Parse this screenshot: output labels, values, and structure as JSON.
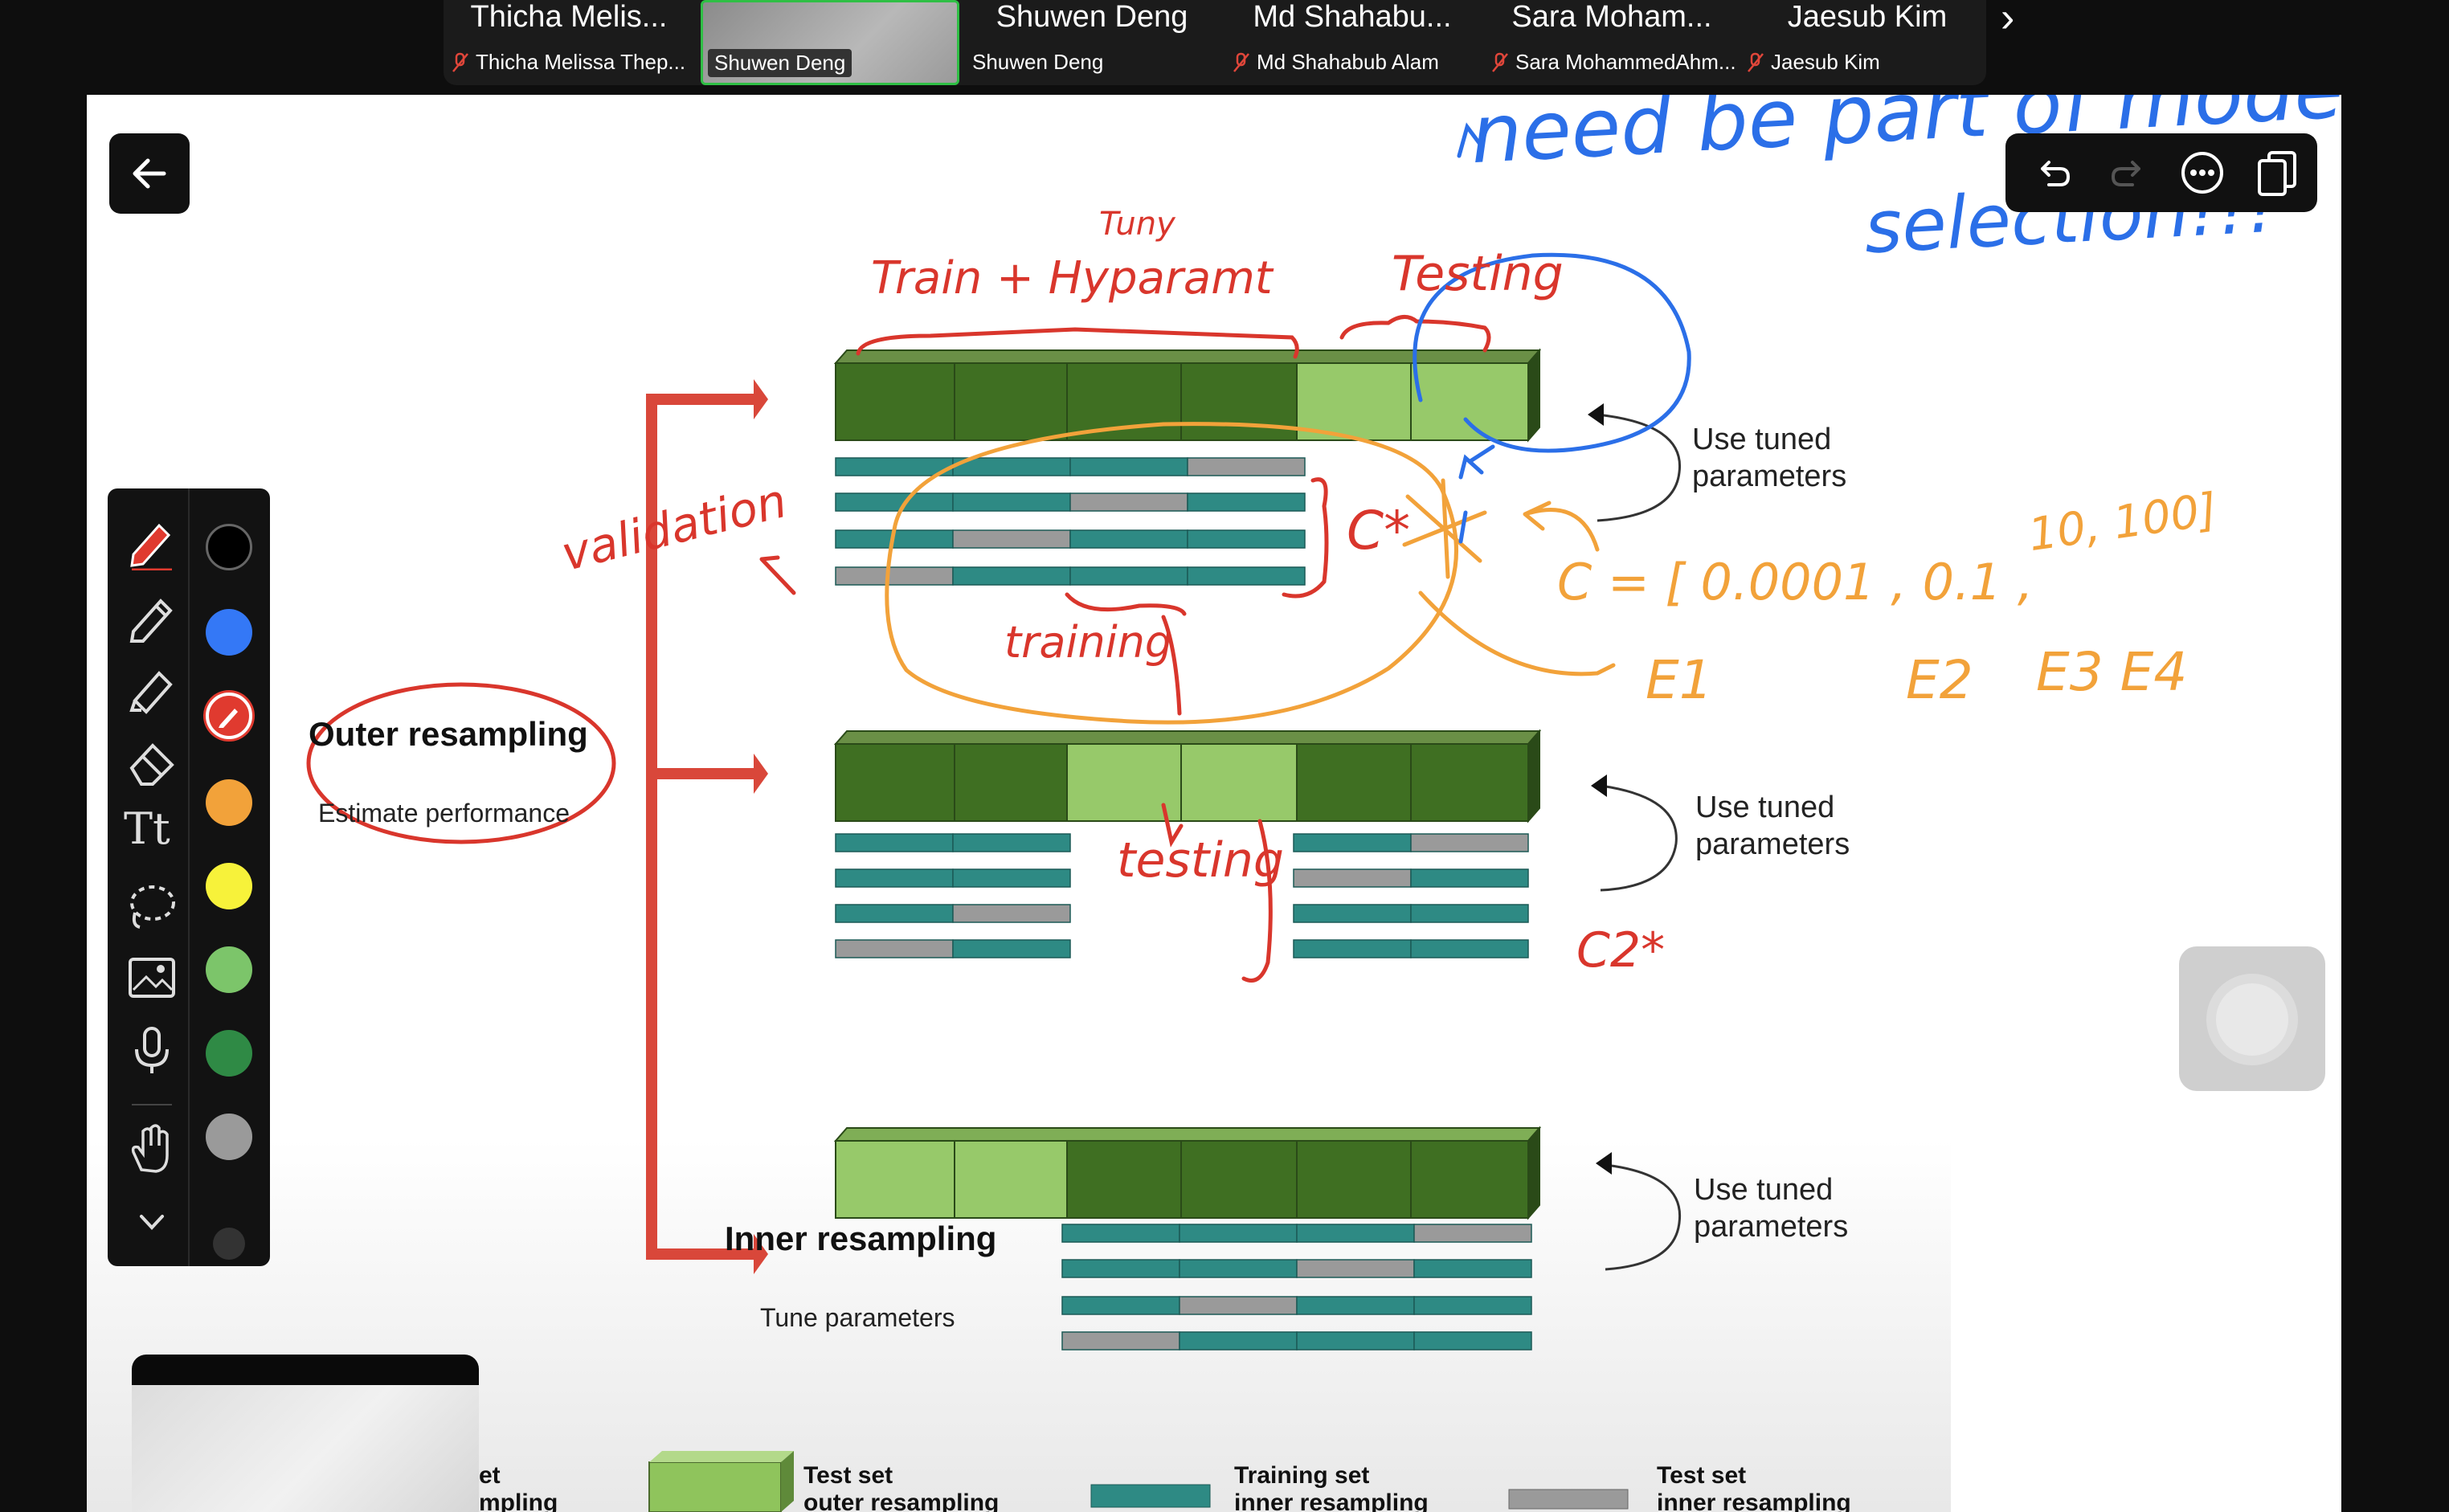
{
  "participants": [
    {
      "name": "Thicha Melis...",
      "full_name": "Thicha Melissa Thep...",
      "muted": true
    },
    {
      "name": "",
      "full_name": "Shuwen Deng",
      "muted": false,
      "video": true
    },
    {
      "name": "Shuwen Deng",
      "full_name": "Shuwen Deng",
      "muted": false
    },
    {
      "name": "Md Shahabu...",
      "full_name": "Md Shahabub Alam",
      "muted": true
    },
    {
      "name": "Sara Moham...",
      "full_name": "Sara MohammedAhm...",
      "muted": true
    },
    {
      "name": "Jaesub Kim",
      "full_name": "Jaesub Kim",
      "muted": true
    }
  ],
  "strip_next_glyph": "›",
  "toolbar": {
    "tools": [
      "pen-tool",
      "pencil-tool",
      "highlighter-tool",
      "eraser-tool",
      "text-tool",
      "lasso-tool",
      "image-tool",
      "mic-tool",
      "hand-tool",
      "collapse-tool"
    ],
    "text_tool_label": "Tt",
    "colors": [
      "#000000",
      "#3478f6",
      "#e03a2f",
      "#f2a23a",
      "#f7f23a",
      "#7cc56a",
      "#2f8a45",
      "#9a9a9a"
    ],
    "selected_color": "#e03a2f"
  },
  "topbar": {
    "icons": [
      "undo-icon",
      "redo-icon",
      "more-icon",
      "pages-icon"
    ]
  },
  "diagram": {
    "outer_title": "Outer resampling",
    "outer_subtitle": "Estimate performance",
    "inner_title": "Inner resampling",
    "inner_subtitle": "Tune parameters",
    "use_tuned": [
      "Use tuned\nparameters",
      "Use tuned\nparameters",
      "Use tuned\nparameters"
    ],
    "use_tuned_l1": "Use tuned",
    "use_tuned_l2": "parameters",
    "legend": [
      {
        "label_l1": "Test set",
        "label_l2": "outer resampling",
        "color": "#8fc45c"
      },
      {
        "label_l1": "Training set",
        "label_l2": "inner resampling",
        "color": "#2e8a84"
      },
      {
        "label_l1": "Test set",
        "label_l2": "inner resampling",
        "color": "#9a9a9a"
      }
    ],
    "legend_partial_l1": "et",
    "legend_partial_l2": "mpling",
    "colors": {
      "outer_train": "#3f6f22",
      "outer_test": "#97c96a",
      "inner_train": "#2e8a84",
      "inner_test": "#9a9a9a",
      "arrow": "#d9473a"
    }
  },
  "annotations": {
    "red": {
      "tuning": "Tuny",
      "train_hyper": "Train + Hyparamt",
      "testing": "Testing",
      "validation": "validation",
      "training": "training",
      "testing2": "testing",
      "c_star": "C*"
    },
    "orange": {
      "c_list": "C = [ 0.0001 , 0.1 ,",
      "c_list2": "10, 100]",
      "e1": "E1",
      "e2": "E2",
      "e3e4": "E3 E4"
    },
    "blue": {
      "line1": "need be part of model",
      "line2": "selection!!!"
    },
    "red_c2": "C2*"
  }
}
